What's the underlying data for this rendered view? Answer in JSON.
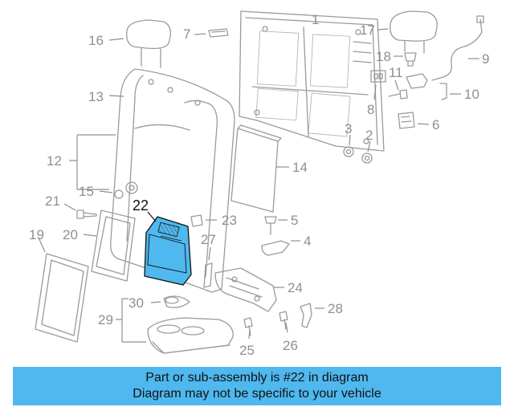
{
  "callouts": {
    "c1": "1",
    "c2": "2",
    "c3": "3",
    "c4": "4",
    "c5": "5",
    "c6": "6",
    "c7": "7",
    "c8": "8",
    "c9": "9",
    "c10": "10",
    "c11": "11",
    "c12": "12",
    "c13": "13",
    "c14": "14",
    "c15": "15",
    "c16": "16",
    "c17": "17",
    "c18": "18",
    "c19": "19",
    "c20": "20",
    "c21": "21",
    "c22": "22",
    "c23": "23",
    "c24": "24",
    "c25": "25",
    "c26": "26",
    "c27": "27",
    "c28": "28",
    "c29": "29",
    "c30": "30"
  },
  "highlight": {
    "part": "22",
    "color": "#4fb8ee"
  },
  "banner": {
    "line1": "Part or sub-assembly is #22 in diagram",
    "line2": "Diagram may not be specific to your vehicle"
  }
}
